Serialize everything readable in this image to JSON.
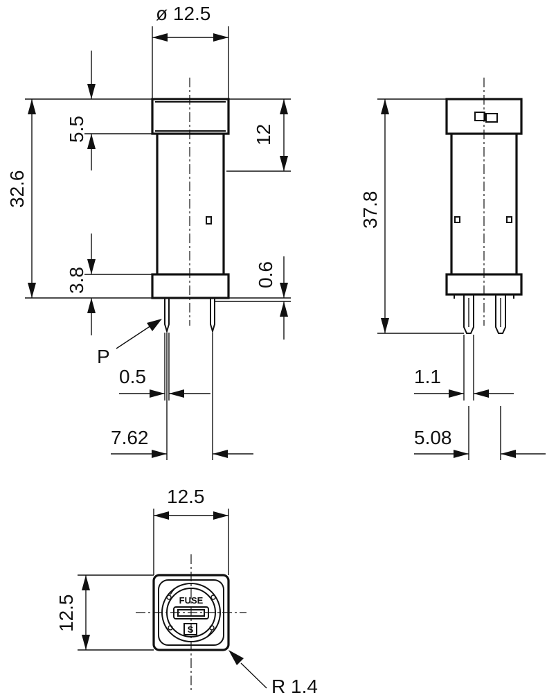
{
  "side_view": {
    "diameter": "ø 12.5",
    "height_total": "32.6",
    "height_cap": "5.5",
    "height_cap_right": "12",
    "height_base": "3.8",
    "gap": "0.6",
    "pin_label": "P",
    "pin_width": "0.5",
    "pin_pitch": "7.62"
  },
  "front_view": {
    "height_total": "37.8",
    "pin_width": "1.1",
    "pin_pitch": "5.08"
  },
  "top_view": {
    "width": "12.5",
    "height": "12.5",
    "radius": "R 1.4",
    "fuse_text": "FUSE",
    "logo_text": "S"
  }
}
